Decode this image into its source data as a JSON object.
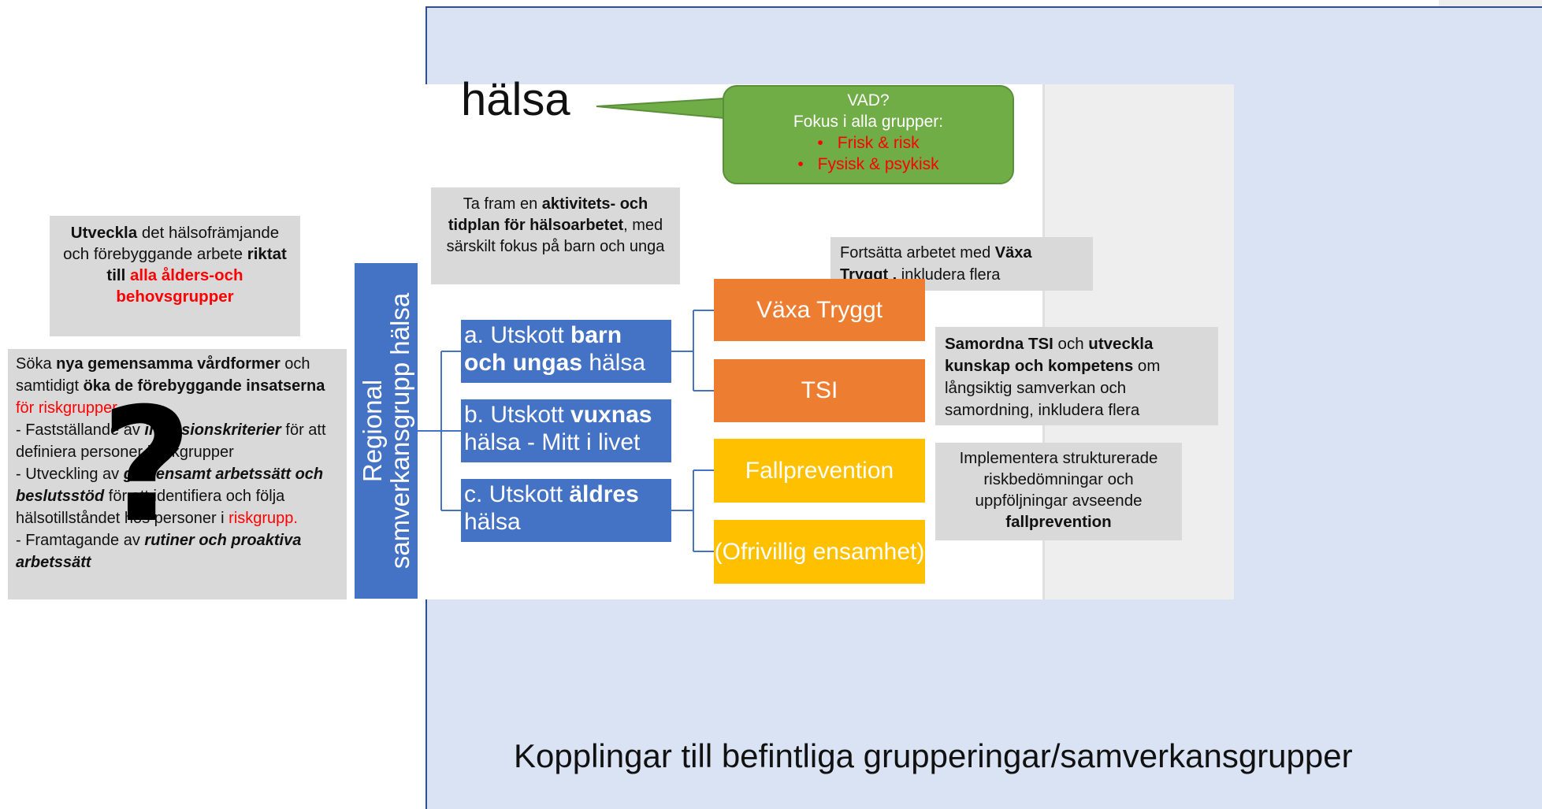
{
  "title": "hälsa",
  "callout": {
    "heading": "VAD?",
    "line": "Fokus i alla grupper:",
    "bullets": [
      "Frisk & risk",
      "Fysisk & psykisk"
    ],
    "bullet_symbol": "•"
  },
  "box_ta": {
    "t1": "Ta fram en ",
    "b1": "aktivitets- och tidplan för hälsoarbetet",
    "t2": ", med särskilt fokus på barn och unga"
  },
  "box_fortsatta": {
    "t1": "Fortsätta arbetet med ",
    "b1": "Växa Tryggt ,",
    "t2": " inkludera flera"
  },
  "box_samordna": {
    "b1": "Samordna TSI",
    "t1": " och ",
    "b2": "utveckla kunskap och kompetens",
    "t2": " om långsiktig samverkan och samordning, inkludera flera"
  },
  "box_implementera": {
    "t1": "Implementera strukturerade riskbedömningar och uppföljningar avseende ",
    "b1": "fallprevention"
  },
  "box_utveckla": {
    "b1": "Utveckla",
    "t1": " det hälsofrämjande och förebyggande arbete ",
    "b2": "riktat till ",
    "r1": "alla ålders-och behovsgrupper"
  },
  "box_soka": {
    "t1": "Söka ",
    "b1": "nya gemensamma vårdformer",
    "t2": " och samtidigt ",
    "b2": "öka de förebyggande insatserna",
    "r1": " för riskgrupper",
    "l1a": "- Fastställande av ",
    "l1b": "inklusionskriterier",
    "l1c": " för att definiera personer i riskgrupper",
    "l2a": "- Utveckling av ",
    "l2b": "gemensamt arbetssätt och beslutsstöd",
    "l2c": " för att identifiera och följa hälsotillståndet hos personer i ",
    "l2r": "riskgrupp.",
    "l3a": "- Framtagande av ",
    "l3b": "rutiner och proaktiva arbetssätt"
  },
  "question_mark": "?",
  "regional": {
    "line1": "Regional",
    "line2": "samverkansgrupp hälsa"
  },
  "committees": [
    {
      "prefix": "a. Utskott ",
      "bold": "barn och ungas",
      "suffix": " hälsa"
    },
    {
      "prefix": "b. Utskott ",
      "bold": "vuxnas",
      "suffix": " hälsa - Mitt i livet"
    },
    {
      "prefix": "c. Utskott ",
      "bold": "äldres",
      "suffix": " hälsa"
    }
  ],
  "subgroups": [
    "Växa Tryggt",
    "TSI",
    "Fallprevention",
    "(Ofrivillig ensamhet)"
  ],
  "footer": "Kopplingar till befintliga grupperingar/samverkansgrupper",
  "colors": {
    "slide_background": "#dae3f3",
    "blue": "#4472c4",
    "orange": "#ed7d31",
    "yellow": "#ffc000",
    "green": "#70ad47",
    "gray_box": "#d9d9d9",
    "red_text": "#ff0000"
  }
}
